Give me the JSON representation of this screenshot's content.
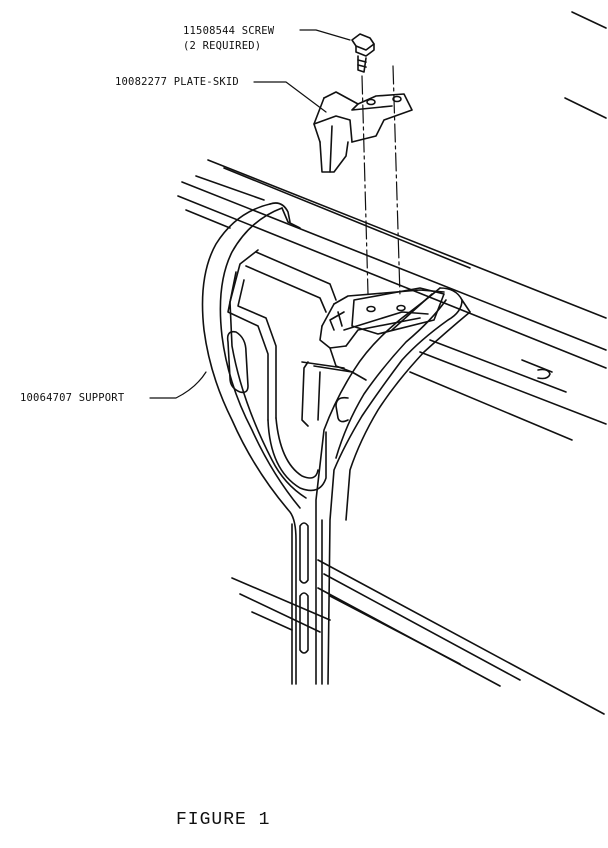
{
  "callouts": {
    "screw_line1": "11508544 SCREW",
    "screw_line2": "(2 REQUIRED)",
    "plate": "10082277 PLATE-SKID",
    "support": "10064707 SUPPORT"
  },
  "caption": "FIGURE 1",
  "colors": {
    "ink": "#111111",
    "paper": "#ffffff"
  }
}
